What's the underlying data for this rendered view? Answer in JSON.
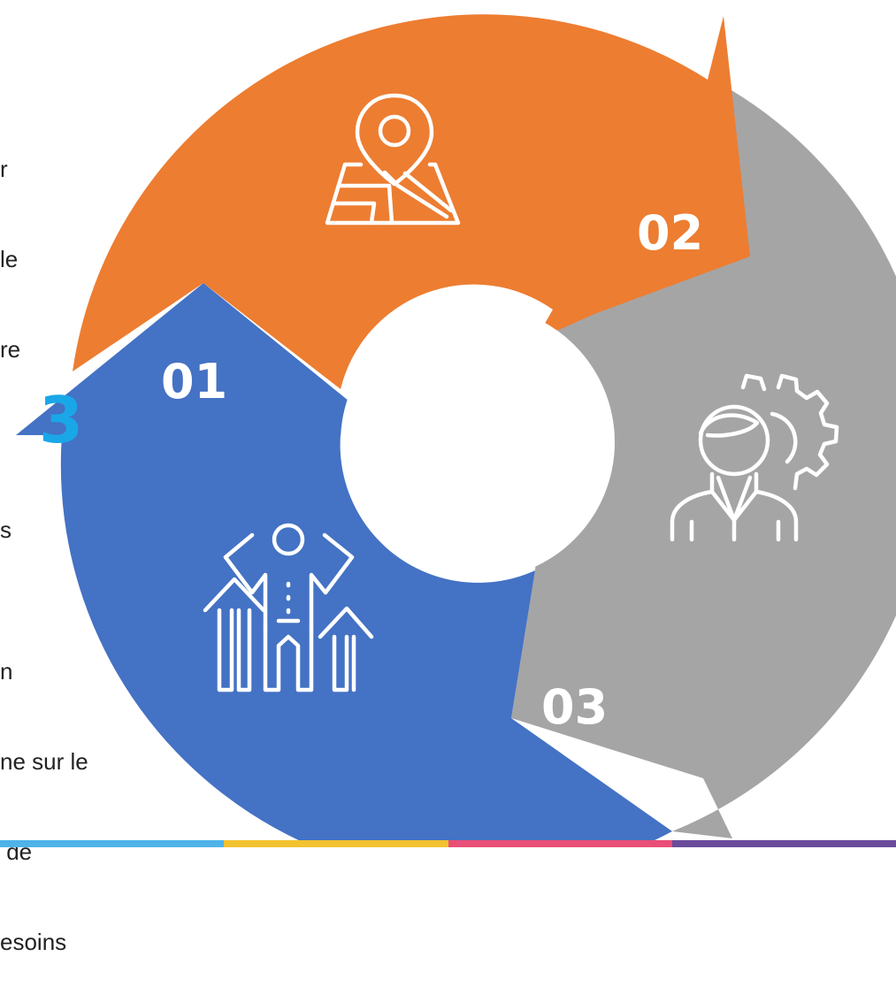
{
  "left_text": {
    "upper": [
      "r",
      "le",
      "re",
      "",
      "s"
    ],
    "lower": [
      "n",
      "ne sur le",
      " de",
      "esoins"
    ]
  },
  "left_marker": "3",
  "steps": [
    {
      "number": "01",
      "color": "#4472C4",
      "icon": "celebrating-person-growth-icon"
    },
    {
      "number": "02",
      "color": "#ED7D31",
      "icon": "map-pin-icon"
    },
    {
      "number": "03",
      "color": "#A5A5A5",
      "icon": "person-gear-icon"
    }
  ],
  "colors": {
    "marker": "#1AA7E8",
    "bar": [
      "#4FB3E8",
      "#F2C230",
      "#E94E77",
      "#6A4C9C"
    ]
  }
}
